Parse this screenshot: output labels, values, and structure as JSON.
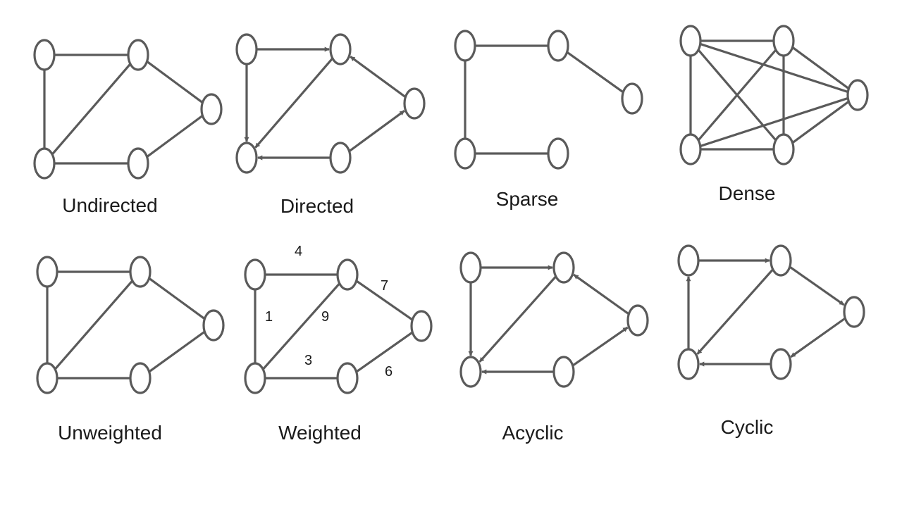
{
  "graphs": [
    {
      "id": "undirected",
      "caption": "Undirected"
    },
    {
      "id": "directed",
      "caption": "Directed"
    },
    {
      "id": "sparse",
      "caption": "Sparse"
    },
    {
      "id": "dense",
      "caption": "Dense"
    },
    {
      "id": "unweighted",
      "caption": "Unweighted"
    },
    {
      "id": "weighted",
      "caption": "Weighted",
      "weights": [
        "4",
        "7",
        "1",
        "9",
        "3",
        "6"
      ]
    },
    {
      "id": "acyclic",
      "caption": "Acyclic"
    },
    {
      "id": "cyclic",
      "caption": "Cyclic"
    }
  ],
  "colors": {
    "stroke": "#5a5a5a",
    "text": "#1a1a1a",
    "background": "#ffffff"
  }
}
